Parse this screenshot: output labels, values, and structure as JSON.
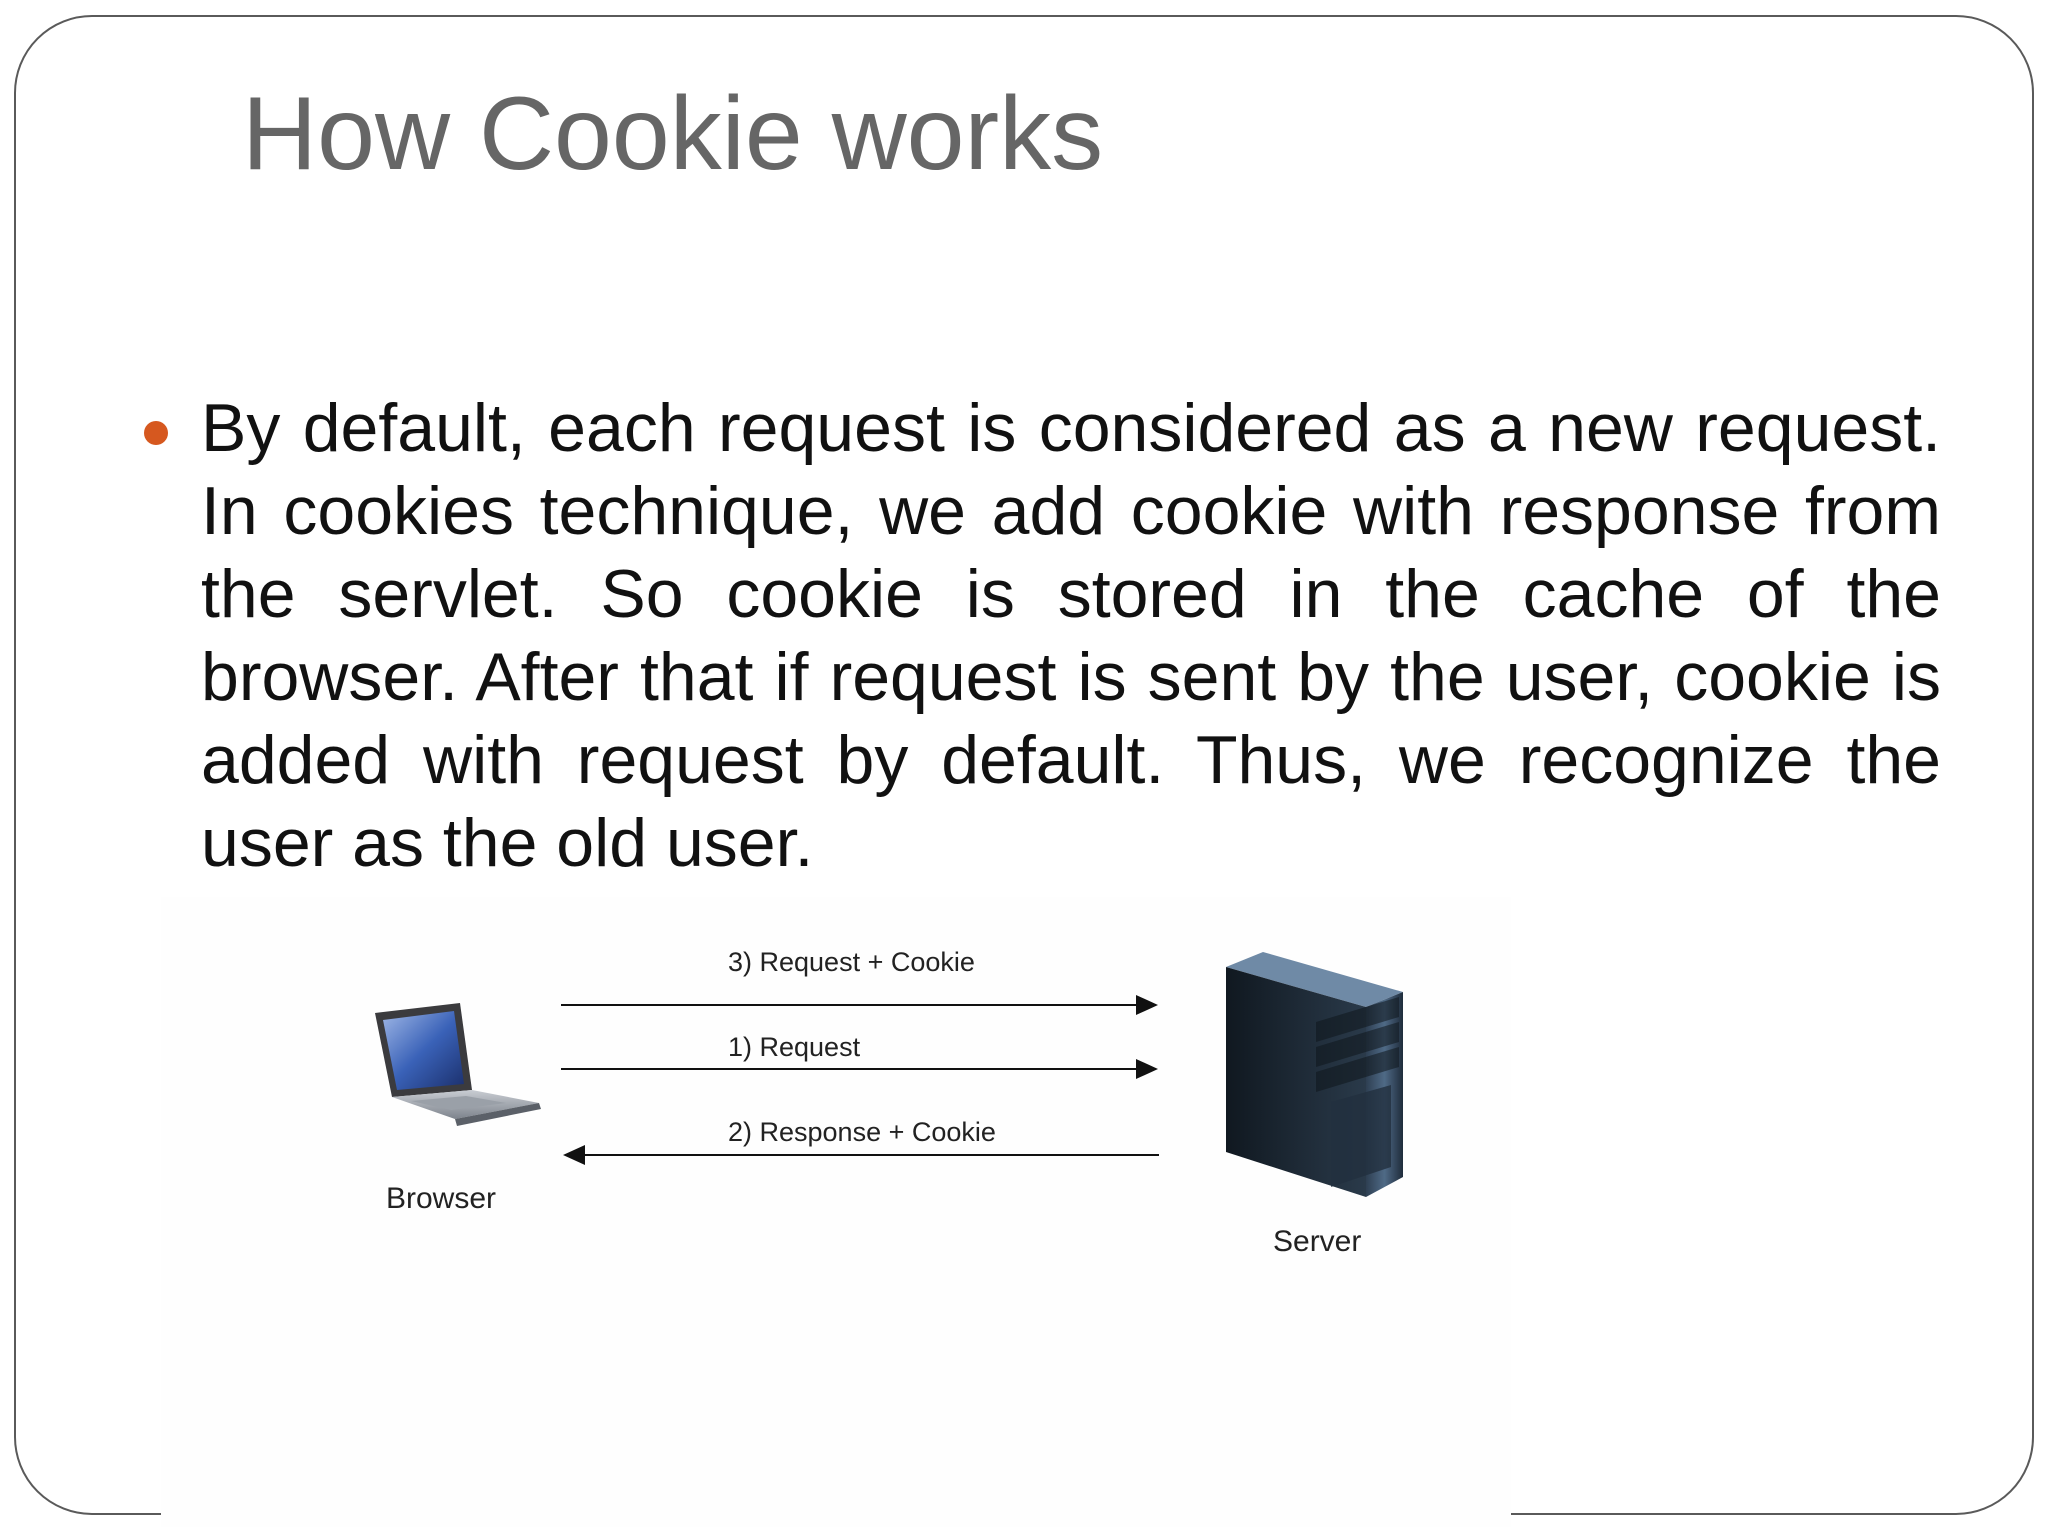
{
  "slide": {
    "title": "How Cookie works",
    "bullet_text": "By default, each request is considered as a new request. In cookies technique, we add cookie with response from the servlet. So cookie is stored in the cache of the browser. After that if request is sent by the user, cookie is added with request by default. Thus, we recognize the user as the old user.",
    "bullet_color": "#d6581f",
    "title_color": "#666666"
  },
  "diagram": {
    "client": {
      "label": "Browser",
      "icon": "laptop-icon"
    },
    "server": {
      "label": "Server",
      "icon": "server-tower-icon"
    },
    "arrows": [
      {
        "label": "3) Request + Cookie",
        "direction": "to-server"
      },
      {
        "label": "1) Request",
        "direction": "to-server"
      },
      {
        "label": "2) Response + Cookie",
        "direction": "to-client"
      }
    ]
  }
}
